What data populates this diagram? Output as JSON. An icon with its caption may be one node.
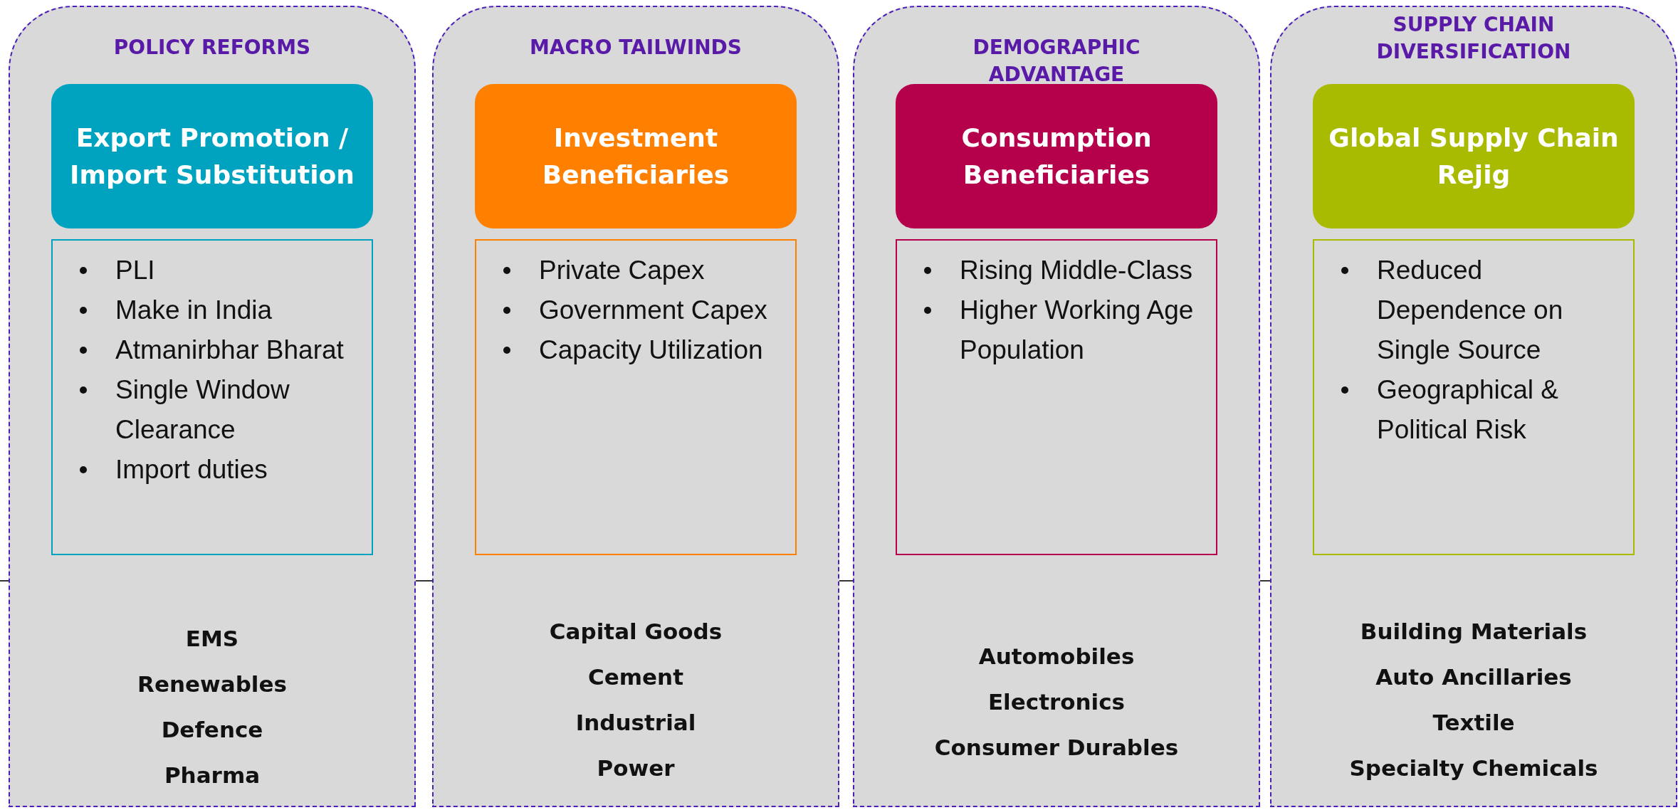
{
  "diagram": {
    "nodes": [
      {
        "text": [
          "POLICY REFORMS",
          "EMS",
          "Renewables",
          "Defence",
          "Pharma"
        ]
      },
      {
        "text": [
          "Export Promotion / Import Substitution"
        ],
        "in": 0
      },
      {
        "text": [
          "PLI",
          "Make in India",
          "Atmanirbhar Bharat",
          "Single Window Clearance",
          "Import duties"
        ],
        "in": 0
      },
      {
        "text": [
          "MACRO TAILWINDS",
          "Capital Goods",
          "Cement",
          "Industrial",
          "Power"
        ]
      },
      {
        "text": [
          "Investment Beneficiaries"
        ],
        "in": 3
      },
      {
        "text": [
          "Private Capex",
          "Government Capex",
          "Capacity Utilization"
        ],
        "in": 3
      },
      {
        "text": [
          "DEMOGRAPHIC ADVANTAGE",
          "Automobiles",
          "Electronics",
          "Consumer Durables"
        ]
      },
      {
        "text": [
          "Consumption Beneficiaries"
        ],
        "in": 6
      },
      {
        "text": [
          "Rising Middle-Class",
          "Higher Working Age Population"
        ],
        "in": 6
      },
      {
        "text": [
          "SUPPLY CHAIN DIVERSIFICATION",
          "Building Materials",
          "Auto Ancillaries",
          "Textile",
          "Specialty Chemicals"
        ]
      },
      {
        "text": [
          "Global Supply Chain Rejig"
        ],
        "in": 9
      },
      {
        "text": [
          "Reduced Dependence on Single Source",
          "Geographical & Political Risk"
        ],
        "in": 9
      }
    ],
    "edges": []
  }
}
